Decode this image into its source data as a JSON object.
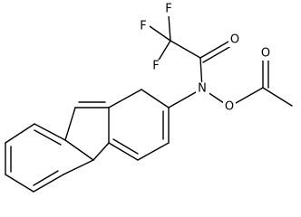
{
  "molecule": {
    "atoms": [
      {
        "id": "F1",
        "label": "F"
      },
      {
        "id": "F2",
        "label": "F"
      },
      {
        "id": "F3",
        "label": "F"
      },
      {
        "id": "O1",
        "label": "O"
      },
      {
        "id": "N1",
        "label": "N"
      },
      {
        "id": "O2",
        "label": "O"
      },
      {
        "id": "O3",
        "label": "O"
      }
    ]
  }
}
